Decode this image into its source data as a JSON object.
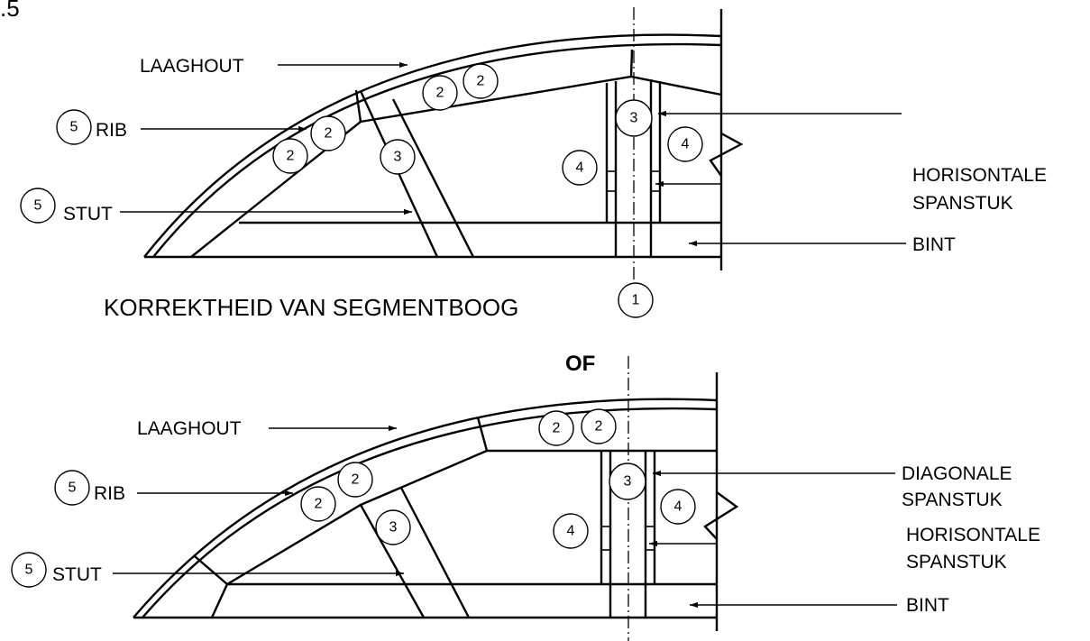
{
  "figure_number": ".5",
  "top": {
    "laaghout": "LAAGHOUT",
    "rib": "RIB",
    "stut": "STUT",
    "horisontale": "HORISONTALE",
    "spanstuk": "SPANSTUK",
    "bint": "BINT",
    "caption": "KORREKTHEID VAN SEGMENTBOOG",
    "markers": {
      "rib": "5",
      "stut": "5",
      "laaghout_a": "2",
      "laaghout_b": "2",
      "rib_a": "2",
      "rib_b": "2",
      "strut": "3",
      "king": "3",
      "left_panel": "4",
      "right_panel": "4",
      "caption": "1"
    }
  },
  "separator": "OF",
  "bottom": {
    "laaghout": "LAAGHOUT",
    "rib": "RIB",
    "stut": "STUT",
    "diagonale": "DIAGONALE",
    "spanstuk_diag": "SPANSTUK",
    "horisontale": "HORISONTALE",
    "spanstuk_hor": "SPANSTUK",
    "bint": "BINT",
    "markers": {
      "rib": "5",
      "stut": "5",
      "laaghout_a": "2",
      "laaghout_b": "2",
      "rib_a": "2",
      "rib_b": "2",
      "strut": "3",
      "king": "3",
      "left_panel": "4",
      "right_panel": "4"
    }
  }
}
